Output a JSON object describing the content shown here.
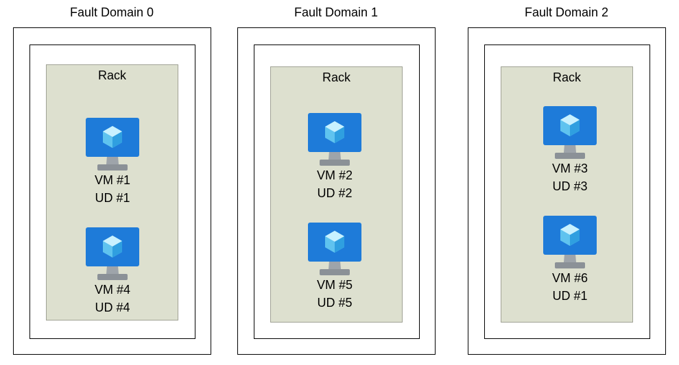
{
  "domains": [
    {
      "title": "Fault Domain 0",
      "rack": "Rack",
      "vms": [
        {
          "vm": "VM #1",
          "ud": "UD #1"
        },
        {
          "vm": "VM #4",
          "ud": "UD #4"
        }
      ]
    },
    {
      "title": "Fault Domain 1",
      "rack": "Rack",
      "vms": [
        {
          "vm": "VM #2",
          "ud": "UD #2"
        },
        {
          "vm": "VM #5",
          "ud": "UD #5"
        }
      ]
    },
    {
      "title": "Fault Domain 2",
      "rack": "Rack",
      "vms": [
        {
          "vm": "VM #3",
          "ud": "UD #3"
        },
        {
          "vm": "VM #6",
          "ud": "UD #1"
        }
      ]
    }
  ],
  "colors": {
    "rack_fill": "#dde0cf",
    "monitor_blue": "#1e7bd9",
    "stand_gray": "#9ea4aa"
  },
  "icon": "virtual-machine-icon"
}
